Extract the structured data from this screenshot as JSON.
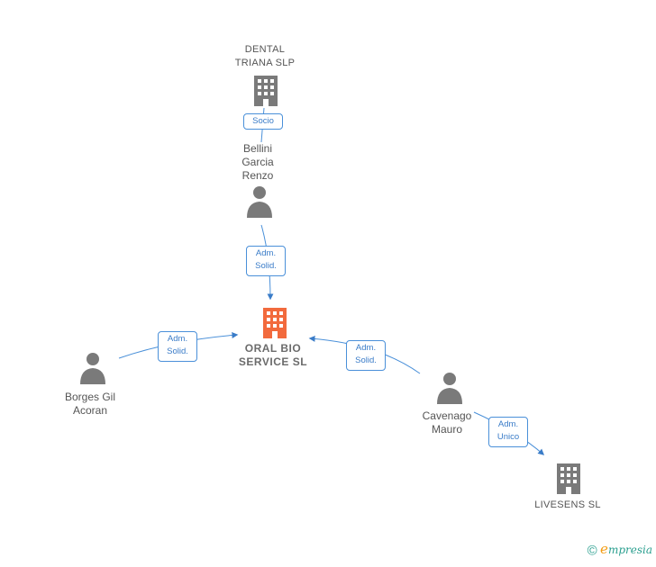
{
  "nodes": {
    "dental_triana": {
      "label": "DENTAL\nTRIANA SLP",
      "kind": "company"
    },
    "bellini": {
      "label": "Bellini\nGarcia\nRenzo",
      "kind": "person"
    },
    "oral_bio": {
      "label": "ORAL BIO\nSERVICE  SL",
      "kind": "company-main"
    },
    "borges": {
      "label": "Borges Gil\nAcoran",
      "kind": "person"
    },
    "cavenago": {
      "label": "Cavenago\nMauro",
      "kind": "person"
    },
    "livesens": {
      "label": "LIVESENS  SL",
      "kind": "company"
    }
  },
  "edges": [
    {
      "from": "bellini",
      "to": "dental_triana",
      "label": "Socio"
    },
    {
      "from": "bellini",
      "to": "oral_bio",
      "label": "Adm.\nSolid."
    },
    {
      "from": "borges",
      "to": "oral_bio",
      "label": "Adm.\nSolid."
    },
    {
      "from": "cavenago",
      "to": "oral_bio",
      "label": "Adm.\nSolid."
    },
    {
      "from": "cavenago",
      "to": "livesens",
      "label": "Adm.\nUnico"
    }
  ],
  "colors": {
    "edge": "#4a90d9",
    "icon": "#7a7a7a",
    "main_icon": "#f26a3d"
  },
  "brand": {
    "copyright": "©",
    "initial": "e",
    "name": "mpresia"
  }
}
